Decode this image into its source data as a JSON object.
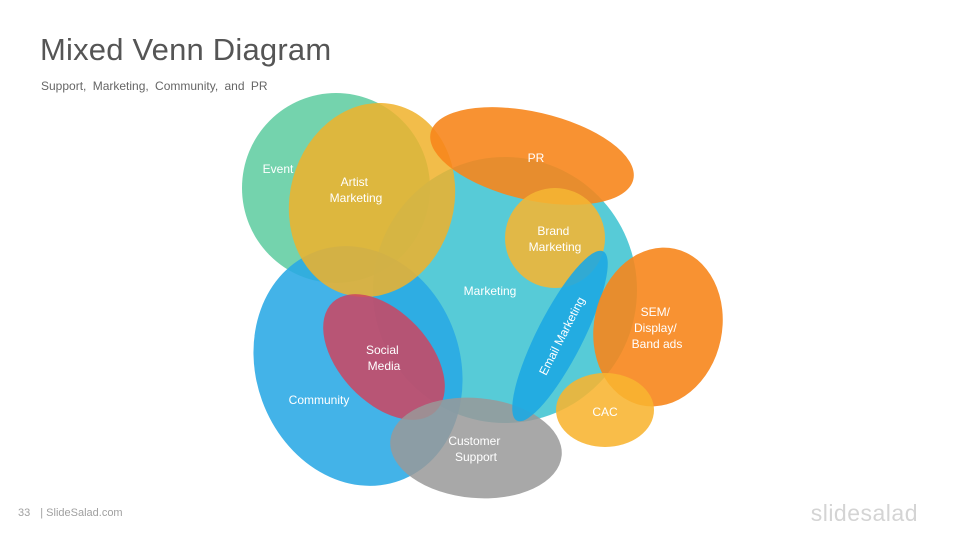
{
  "slide": {
    "title": "Mixed Venn Diagram",
    "subtitle": "Support, Marketing, Community, and PR",
    "page_number": "33",
    "footer_text": "| SlideSalad.com",
    "brand": "slidesalad"
  },
  "diagram": {
    "sets": [
      {
        "key": "event",
        "lines": [
          "Event"
        ],
        "color": "#5CCB9F"
      },
      {
        "key": "marketing",
        "lines": [
          "Marketing"
        ],
        "color": "#40C4D2"
      },
      {
        "key": "community",
        "lines": [
          "Community"
        ],
        "color": "#29A9E5"
      },
      {
        "key": "artist-marketing",
        "lines": [
          "Artist",
          "Marketing"
        ],
        "color": "#F0B22A"
      },
      {
        "key": "pr",
        "lines": [
          "PR"
        ],
        "color": "#F7861C"
      },
      {
        "key": "brand-marketing",
        "lines": [
          "Brand",
          "Marketing"
        ],
        "color": "#F5B533"
      },
      {
        "key": "social-media",
        "lines": [
          "Social",
          "Media"
        ],
        "color": "#CC4460"
      },
      {
        "key": "customer-support",
        "lines": [
          "Customer",
          "Support"
        ],
        "color": "#999999"
      },
      {
        "key": "email-marketing",
        "lines": [
          "Email Marketing"
        ],
        "color": "#1EA8E2"
      },
      {
        "key": "sem-display",
        "lines": [
          "SEM/",
          "Display/",
          "Band ads"
        ],
        "color": "#F7861C"
      },
      {
        "key": "cac",
        "lines": [
          "CAC"
        ],
        "color": "#F8B430"
      }
    ]
  }
}
